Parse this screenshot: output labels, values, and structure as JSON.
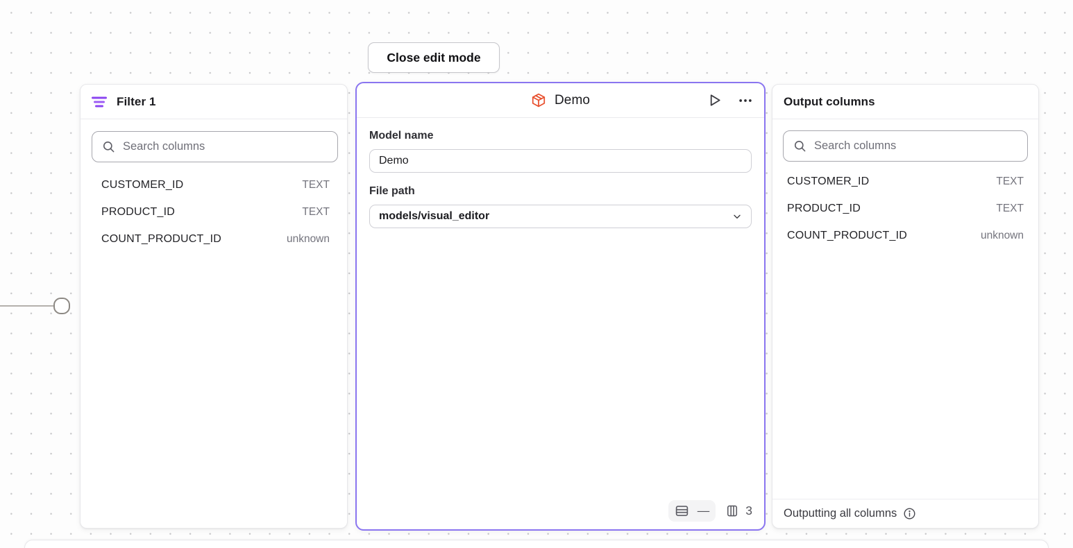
{
  "toolbar": {
    "close_edit_mode_label": "Close edit mode"
  },
  "filter_panel": {
    "title": "Filter 1",
    "search_placeholder": "Search columns",
    "columns": [
      {
        "name": "CUSTOMER_ID",
        "type": "TEXT"
      },
      {
        "name": "PRODUCT_ID",
        "type": "TEXT"
      },
      {
        "name": "COUNT_PRODUCT_ID",
        "type": "unknown"
      }
    ]
  },
  "model_panel": {
    "title": "Demo",
    "model_name_label": "Model name",
    "model_name_value": "Demo",
    "file_path_label": "File path",
    "file_path_value": "models/visual_editor",
    "footer": {
      "row_limit_value": "—",
      "column_count": "3"
    }
  },
  "output_panel": {
    "title": "Output columns",
    "search_placeholder": "Search columns",
    "columns": [
      {
        "name": "CUSTOMER_ID",
        "type": "TEXT"
      },
      {
        "name": "PRODUCT_ID",
        "type": "TEXT"
      },
      {
        "name": "COUNT_PRODUCT_ID",
        "type": "unknown"
      }
    ],
    "footer_text": "Outputting all columns"
  },
  "colors": {
    "selected_node_border": "#8a75f0",
    "filter_icon_purple": "#8b45f1",
    "model_cube_red": "#e8502e"
  }
}
